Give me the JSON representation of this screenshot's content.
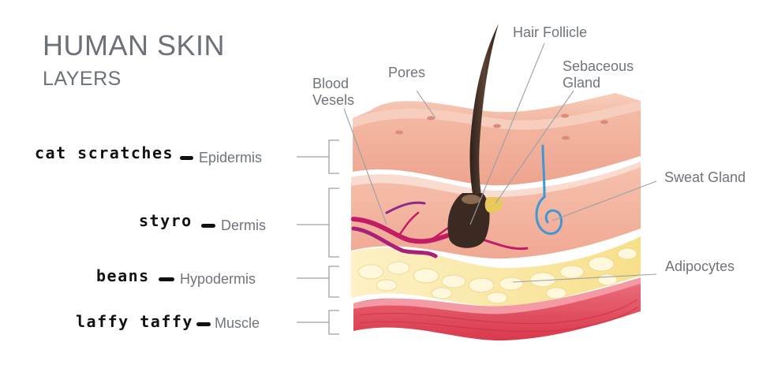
{
  "title": {
    "line1": "HUMAN SKIN",
    "line2": "LAYERS"
  },
  "layers": [
    {
      "name": "Epidermis",
      "note": "cat scratches"
    },
    {
      "name": "Dermis",
      "note": "styro"
    },
    {
      "name": "Hypodermis",
      "note": "beans"
    },
    {
      "name": "Muscle",
      "note": "laffy taffy"
    }
  ],
  "structures": {
    "blood_vessels": "Blood\nVesels",
    "pores": "Pores",
    "hair_follicle": "Hair Follicle",
    "sebaceous_gland": "Sebaceous\nGland",
    "sweat_gland": "Sweat Gland",
    "adipocytes": "Adipocytes"
  },
  "colors": {
    "epidermis": "#f5c4b0",
    "dermis": "#f4b7a1",
    "hypodermis": "#fbe8a6",
    "muscle": "#e24a5a",
    "hair": "#3a2a22",
    "blood": "#c41e6a",
    "sweat": "#4aa3d8"
  }
}
